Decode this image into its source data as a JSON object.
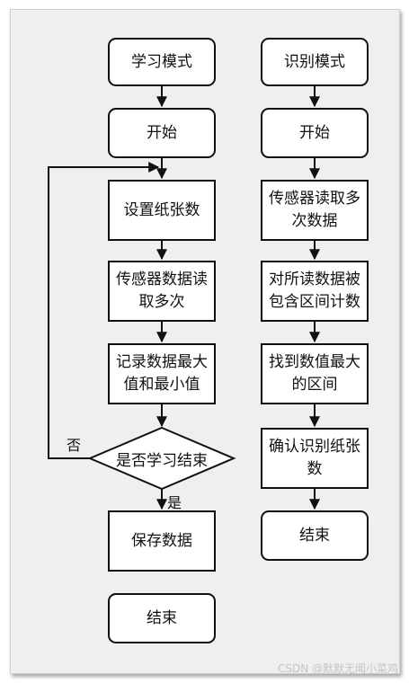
{
  "left_flow": {
    "start": "学习模式",
    "begin": "开始",
    "set_paper_count": "设置纸张数",
    "read_sensor": "传感器数据读取多次",
    "record_max_min": "记录数据最大值和最小值",
    "decision": "是否学习结束",
    "label_no": "否",
    "label_yes": "是",
    "save_data": "保存数据",
    "end": "结束"
  },
  "right_flow": {
    "start": "识别模式",
    "begin": "开始",
    "read_sensor": "传感器读取多次数据",
    "count_interval": "对所读数据被包含区间计数",
    "find_max_interval": "找到数值最大的区间",
    "confirm_count": "确认识别纸张数",
    "end": "结束"
  },
  "watermark": "CSDN @默默无闻小菜鸡"
}
